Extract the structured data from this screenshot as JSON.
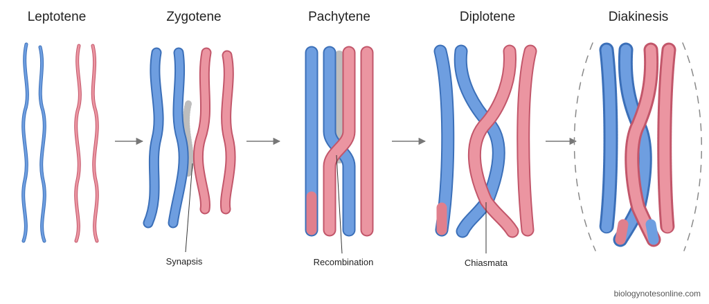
{
  "stages": [
    {
      "title": "Leptotene"
    },
    {
      "title": "Zygotene",
      "callout": "Synapsis"
    },
    {
      "title": "Pachytene",
      "callout": "Recombination"
    },
    {
      "title": "Diplotene",
      "callout": "Chiasmata"
    },
    {
      "title": "Diakinesis"
    }
  ],
  "credit": "biologynotesonline.com",
  "colors": {
    "maternal": "#5b8fd6",
    "paternal": "#e07f8c",
    "arrow": "#777777"
  }
}
